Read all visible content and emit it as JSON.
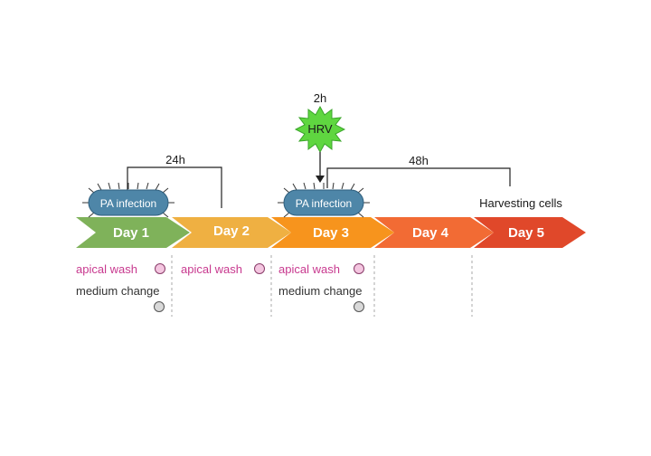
{
  "days": [
    {
      "label": "Day 1",
      "color": "#7fb25a"
    },
    {
      "label": "Day 2",
      "color": "#efb042"
    },
    {
      "label": "Day 3",
      "color": "#f7941d"
    },
    {
      "label": "Day 4",
      "color": "#f26b34"
    },
    {
      "label": "Day 5",
      "color": "#e0482a"
    }
  ],
  "infections": [
    {
      "label": "PA infection"
    },
    {
      "label": "PA infection"
    }
  ],
  "virus": {
    "label": "HRV",
    "time": "2h",
    "color": "#5fd640"
  },
  "brackets": [
    {
      "label": "24h"
    },
    {
      "label": "48h"
    }
  ],
  "harvest": {
    "label": "Harvesting cells"
  },
  "notes": {
    "day1": {
      "wash": "apical wash",
      "medium": "medium change"
    },
    "day2": {
      "wash": "apical wash"
    },
    "day3": {
      "wash": "apical wash",
      "medium": "medium change"
    }
  },
  "colors": {
    "wash_dot": "#f4c6e0",
    "medium_dot": "#d9d9d9",
    "bacterium": "#4e86a8"
  }
}
